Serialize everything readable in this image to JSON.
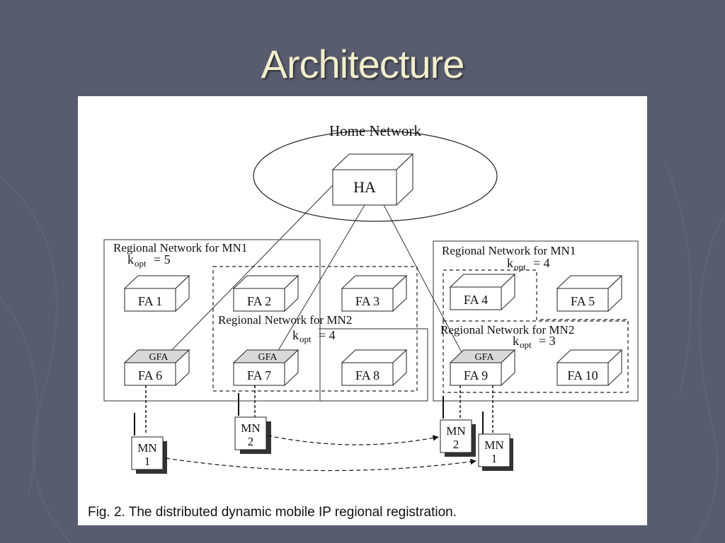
{
  "slide": {
    "title": "Architecture"
  },
  "diagram": {
    "home_network": "Home Network",
    "ha": "HA",
    "regions": {
      "left_mn1": {
        "title": "Regional Network for MN1",
        "kopt": "= 5"
      },
      "center_mn2": {
        "title": "Regional Network for MN2",
        "kopt": "= 4"
      },
      "right_mn1": {
        "title": "Regional Network for MN1",
        "kopt": "= 4"
      },
      "right_mn2": {
        "title": "Regional Network for MN2",
        "kopt": "= 3"
      }
    },
    "kopt": {
      "k": "k",
      "sub": "opt"
    },
    "agents": {
      "fa1": "FA 1",
      "fa2": "FA 2",
      "fa3": "FA 3",
      "fa4": "FA 4",
      "fa5": "FA 5",
      "fa6": "FA 6",
      "fa7": "FA 7",
      "fa8": "FA 8",
      "fa9": "FA 9",
      "fa10": "FA 10"
    },
    "gfa": "GFA",
    "mobile_nodes": {
      "mn1_left": {
        "name": "MN",
        "num": "1"
      },
      "mn2_left": {
        "name": "MN",
        "num": "2"
      },
      "mn2_right": {
        "name": "MN",
        "num": "2"
      },
      "mn1_right": {
        "name": "MN",
        "num": "1"
      }
    },
    "caption": "Fig. 2. The distributed dynamic mobile IP regional registration."
  }
}
